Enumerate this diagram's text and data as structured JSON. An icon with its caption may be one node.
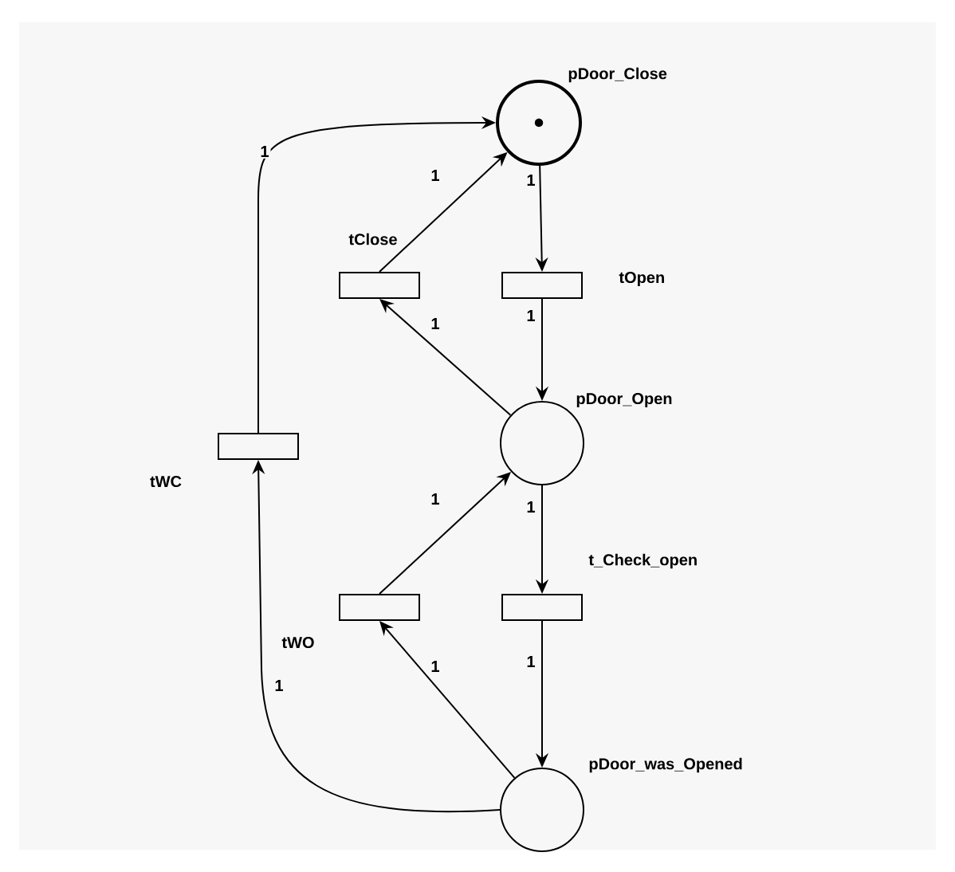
{
  "diagram": {
    "nodes": [
      {
        "text": [],
        "shape": "circle",
        "beside": [
          "pDoor_Close"
        ]
      },
      {
        "text": [],
        "shape": "box",
        "beside": [
          "tClose"
        ]
      },
      {
        "text": [],
        "shape": "box",
        "beside": [
          "tOpen"
        ]
      },
      {
        "text": [],
        "shape": "box",
        "beside": [
          "tWC"
        ]
      },
      {
        "text": [],
        "shape": "circle",
        "beside": [
          "pDoor_Open"
        ]
      },
      {
        "text": [],
        "shape": "box",
        "beside": [
          "tWO"
        ]
      },
      {
        "text": [],
        "shape": "box",
        "beside": [
          "t_Check_open"
        ]
      },
      {
        "text": [],
        "shape": "circle",
        "beside": [
          "pDoor_was_Opened"
        ]
      }
    ],
    "edges": [
      {
        "from": 3,
        "to": 0,
        "arrow": "to",
        "label": "1"
      },
      {
        "from": 1,
        "to": 0,
        "arrow": "to",
        "label": "1"
      },
      {
        "from": 0,
        "to": 2,
        "arrow": "to",
        "label": "1"
      },
      {
        "from": 2,
        "to": 4,
        "arrow": "to",
        "label": "1"
      },
      {
        "from": 4,
        "to": 1,
        "arrow": "to",
        "label": "1"
      },
      {
        "from": 5,
        "to": 4,
        "arrow": "to",
        "label": "1"
      },
      {
        "from": 4,
        "to": 6,
        "arrow": "to",
        "label": "1"
      },
      {
        "from": 6,
        "to": 7,
        "arrow": "to",
        "label": "1"
      },
      {
        "from": 7,
        "to": 5,
        "arrow": "to",
        "label": "1"
      },
      {
        "from": 7,
        "to": 3,
        "arrow": "to",
        "label": "1"
      }
    ]
  }
}
